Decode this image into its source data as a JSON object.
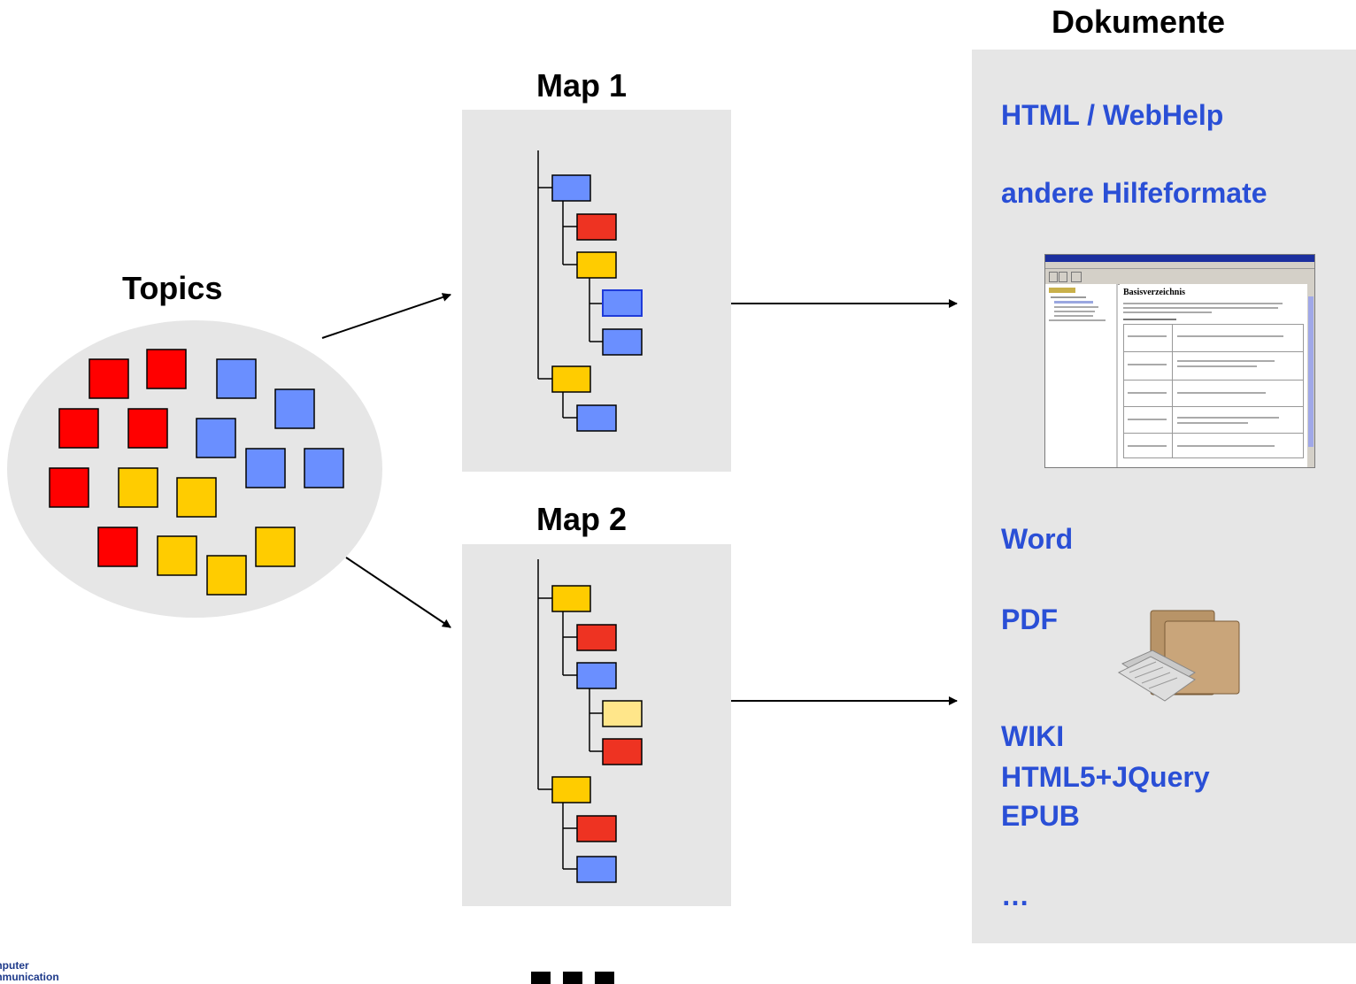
{
  "titles": {
    "topics": "Topics",
    "map1": "Map 1",
    "map2": "Map 2",
    "documents": "Dokumente"
  },
  "formats": {
    "html_webhelp": "HTML / WebHelp",
    "other_help": "andere Hilfeformate",
    "word": "Word",
    "pdf": "PDF",
    "wiki": "WIKI",
    "html5": "HTML5+JQuery",
    "epub": "EPUB",
    "more": "…"
  },
  "help_window": {
    "heading": "Basisverzeichnis"
  },
  "logo": {
    "line1": "mputer",
    "line2": "mmunication"
  },
  "colors": {
    "red": "#ff0000",
    "red_tree": "#ee3322",
    "blue": "#6a8fff",
    "yellow": "#ffcc00",
    "light_yellow": "#ffe68a",
    "panel": "#e6e6e6",
    "ellipse": "#e6e6e6",
    "format_text": "#2a4fd6"
  }
}
